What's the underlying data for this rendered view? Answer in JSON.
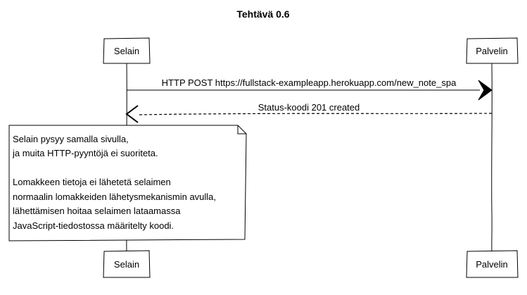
{
  "title": "Tehtävä 0.6",
  "participants": {
    "browser": "Selain",
    "server": "Palvelin"
  },
  "messages": [
    {
      "text": "HTTP POST https://fullstack-exampleapp.herokuapp.com/new_note_spa",
      "style": "solid"
    },
    {
      "text": "Status-koodi 201 created",
      "style": "dashed"
    }
  ],
  "note": {
    "lines": [
      "Selain pysyy samalla sivulla,",
      "ja muita HTTP-pyyntöjä ei suoriteta.",
      "",
      "Lomakkeen tietoja ei lähetetä selaimen",
      "normaalin lomakkeiden lähetysmekanismin avulla,",
      "lähettämisen hoitaa selaimen lataamassa",
      "JavaScript-tiedostossa määritelty koodi."
    ]
  }
}
